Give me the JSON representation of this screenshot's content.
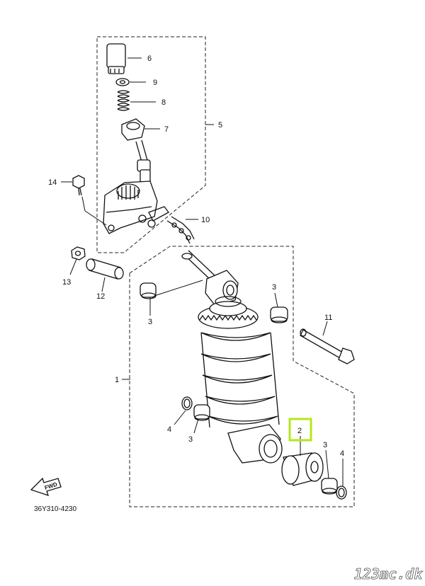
{
  "callouts": {
    "c1": "1",
    "c2": "2",
    "c3a": "3",
    "c3b": "3",
    "c3c": "3",
    "c3d": "3",
    "c4a": "4",
    "c4b": "4",
    "c5": "5",
    "c6": "6",
    "c7": "7",
    "c8": "8",
    "c9": "9",
    "c10": "10",
    "c11": "11",
    "c12": "12",
    "c13": "13",
    "c14": "14"
  },
  "fwd_label": "FWD",
  "diagram_code": "36Y310-4230",
  "watermark": "123mc.dk",
  "highlight_color": "#b6e61e"
}
